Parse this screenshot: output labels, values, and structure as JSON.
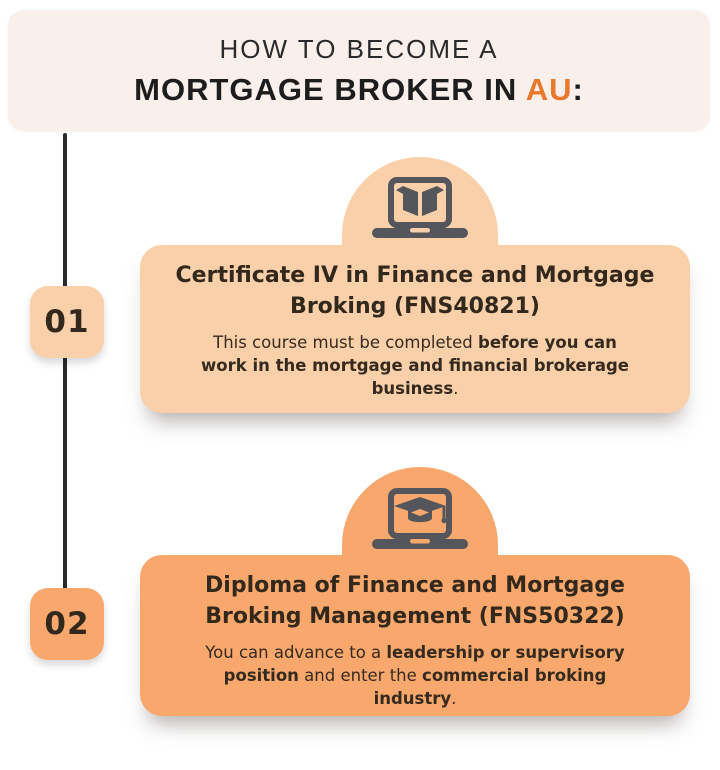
{
  "title": "How to become a mortgage broker in AU infographic",
  "colors": {
    "page_bg": "#ffffff",
    "header_bg": "#faf0eb",
    "accent_orange": "#e8782c",
    "step1_bg": "#f9d0a9",
    "step2_bg": "#f8a86c",
    "icon_gray": "#54565b",
    "line_color": "#2b2b2b",
    "text_dark": "#33281c"
  },
  "header": {
    "line1": "HOW TO BECOME A",
    "line2_prefix": "MORTGAGE BROKER IN ",
    "line2_highlight": "AU",
    "line2_suffix": ":"
  },
  "steps": [
    {
      "number": "01",
      "icon": "laptop-open-book-icon",
      "title_line1": "Certificate IV in Finance and Mortgage",
      "title_line2": "Broking (FNS40821)",
      "body_segments": [
        {
          "text": "This course must be completed ",
          "bold": false
        },
        {
          "text": "before you can",
          "bold": true
        },
        {
          "br": true
        },
        {
          "text": "work in the mortgage and financial brokerage",
          "bold": true
        },
        {
          "br": true
        },
        {
          "text": "business",
          "bold": true
        },
        {
          "text": ".",
          "bold": false
        }
      ]
    },
    {
      "number": "02",
      "icon": "laptop-graduation-cap-icon",
      "title_line1": "Diploma of Finance and Mortgage",
      "title_line2": "Broking Management (FNS50322)",
      "body_segments": [
        {
          "text": "You can advance to a ",
          "bold": false
        },
        {
          "text": "leadership or supervisory",
          "bold": true
        },
        {
          "br": true
        },
        {
          "text": "position",
          "bold": true
        },
        {
          "text": " and enter the ",
          "bold": false
        },
        {
          "text": "commercial broking",
          "bold": true
        },
        {
          "br": true
        },
        {
          "text": "industry",
          "bold": true
        },
        {
          "text": ".",
          "bold": false
        }
      ]
    }
  ]
}
